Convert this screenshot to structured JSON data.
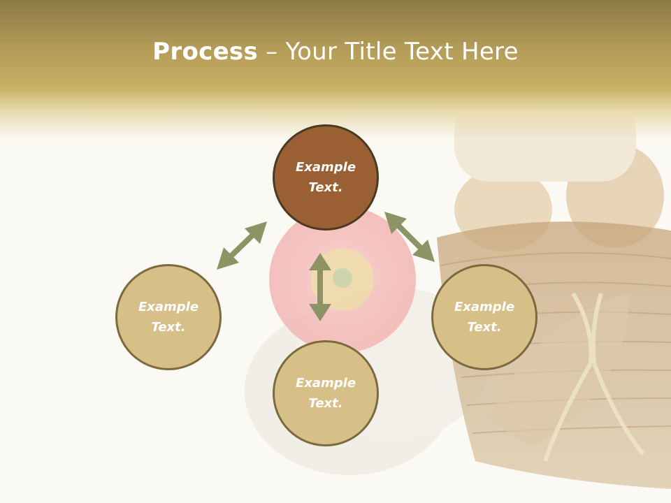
{
  "slide": {
    "title_bold": "Process",
    "title_rest": " – Your Title Text Here"
  },
  "diagram": {
    "nodes": [
      {
        "id": "top",
        "label": "Example\nText."
      },
      {
        "id": "left",
        "label": "Example\nText."
      },
      {
        "id": "right",
        "label": "Example\nText."
      },
      {
        "id": "bottom",
        "label": "Example\nText."
      }
    ]
  },
  "colors": {
    "header": "#c9ae62",
    "center_node_fill": "#9a5f33",
    "node_fill": "#d6c088",
    "arrow": "#8d9364"
  }
}
